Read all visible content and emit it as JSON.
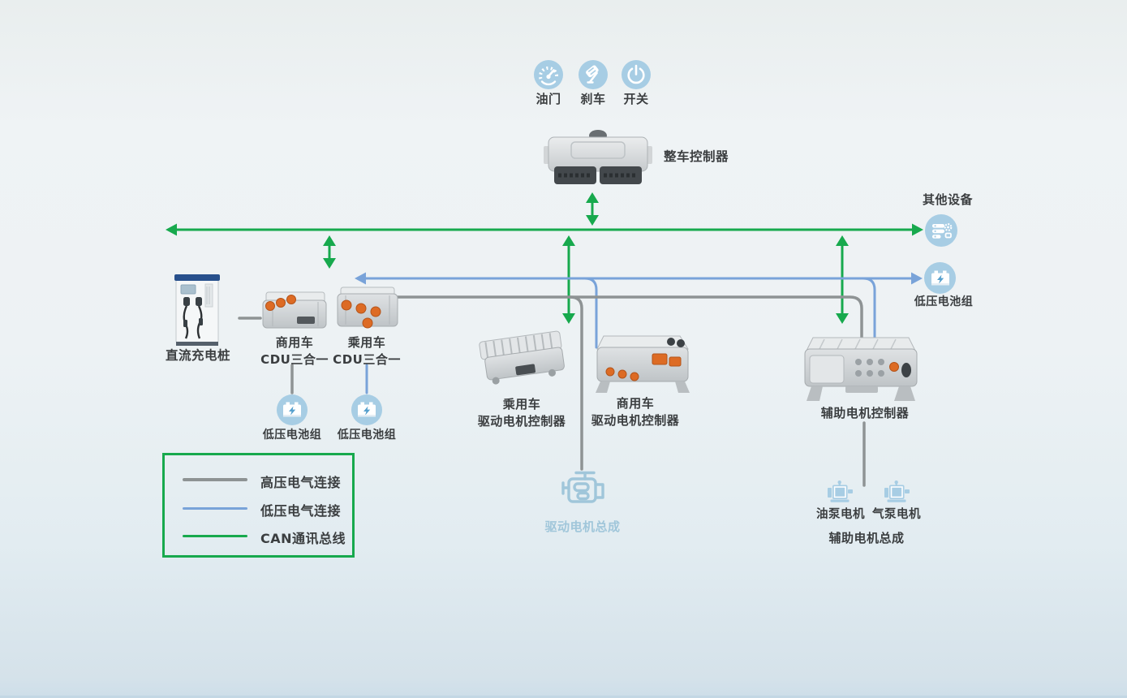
{
  "colors": {
    "can_green": "#17a94d",
    "lv_blue": "#79a3d9",
    "hv_gray": "#8e9394",
    "icon_blue": "#a7cde4",
    "bolt_blue": "#57a0cd",
    "orange": "#dd6b24",
    "label_dark": "#3b3e40",
    "assembly_blue": "#a0c6da",
    "bg_top": "#e9eeee",
    "bg_bottom": "#d5e2ea"
  },
  "pedals": {
    "items": [
      {
        "label": "油门",
        "icon": "gauge-icon"
      },
      {
        "label": "刹车",
        "icon": "brake-pedal-icon"
      },
      {
        "label": "开关",
        "icon": "power-icon"
      }
    ]
  },
  "vcu": {
    "label": "整车控制器"
  },
  "right_nodes": {
    "other_devices": "其他设备",
    "lv_battery": "低压电池组"
  },
  "left": {
    "pile_label": "直流充电桩",
    "cdu_commercial": {
      "line1": "商用车",
      "line2": "CDU三合一"
    },
    "cdu_passenger": {
      "line1": "乘用车",
      "line2": "CDU三合一"
    },
    "battery_commercial": "低压电池组",
    "battery_passenger": "低压电池组"
  },
  "controllers": {
    "passenger": {
      "line1": "乘用车",
      "line2": "驱动电机控制器"
    },
    "commercial": {
      "line1": "商用车",
      "line2": "驱动电机控制器"
    },
    "auxiliary": "辅助电机控制器"
  },
  "assemblies": {
    "drive_motor": "驱动电机总成",
    "oil_pump": "油泵电机",
    "air_pump": "气泵电机",
    "auxiliary": "辅助电机总成"
  },
  "legend": {
    "items": [
      {
        "label": "高压电气连接",
        "type": "high-voltage-line"
      },
      {
        "label": "低压电气连接",
        "type": "low-voltage-line"
      },
      {
        "label": "CAN通讯总线",
        "type": "can-bus-line"
      }
    ]
  }
}
